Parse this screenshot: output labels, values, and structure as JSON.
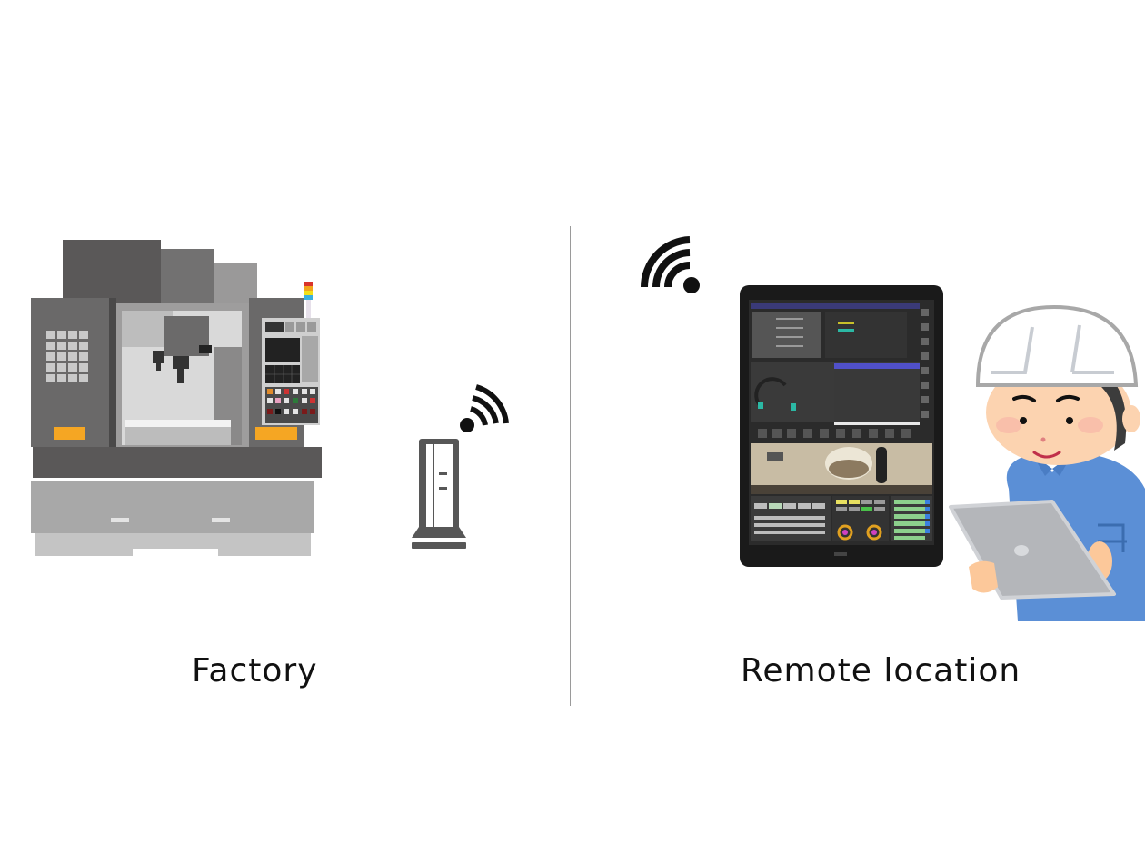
{
  "diagram": {
    "title": "",
    "panels": [
      {
        "id": "factory",
        "label": "Factory",
        "elements": [
          {
            "name": "cnc-machining-center",
            "description": "Grey vertical CNC machining center with control panel and signal tower lamp"
          },
          {
            "name": "wireless-router",
            "description": "Tower-shaped wireless access point connected by cable to machine"
          },
          {
            "name": "wifi-signal",
            "description": "Wireless signal icon above router"
          }
        ]
      },
      {
        "id": "remote",
        "label": "Remote location",
        "elements": [
          {
            "name": "wifi-signal",
            "description": "Wireless signal icon"
          },
          {
            "name": "tablet",
            "description": "Tablet showing CNC monitoring screen with live camera image of machine"
          },
          {
            "name": "worker",
            "description": "Worker in white helmet and blue uniform holding a tablet"
          }
        ]
      }
    ],
    "connection": {
      "type": "cable",
      "color": "#2a2ad0"
    }
  },
  "colors": {
    "machine_dark": "#595757",
    "machine_mid": "#7b7a7a",
    "machine_light": "#a8a8a8",
    "machine_base": "#b4b4b4",
    "accent_orange": "#f5a623",
    "router": "#575757",
    "uniform_blue": "#5b8fd6",
    "skin": "#fcd3b0",
    "helmet": "#ffffff",
    "divider": "#9a9a9a"
  }
}
